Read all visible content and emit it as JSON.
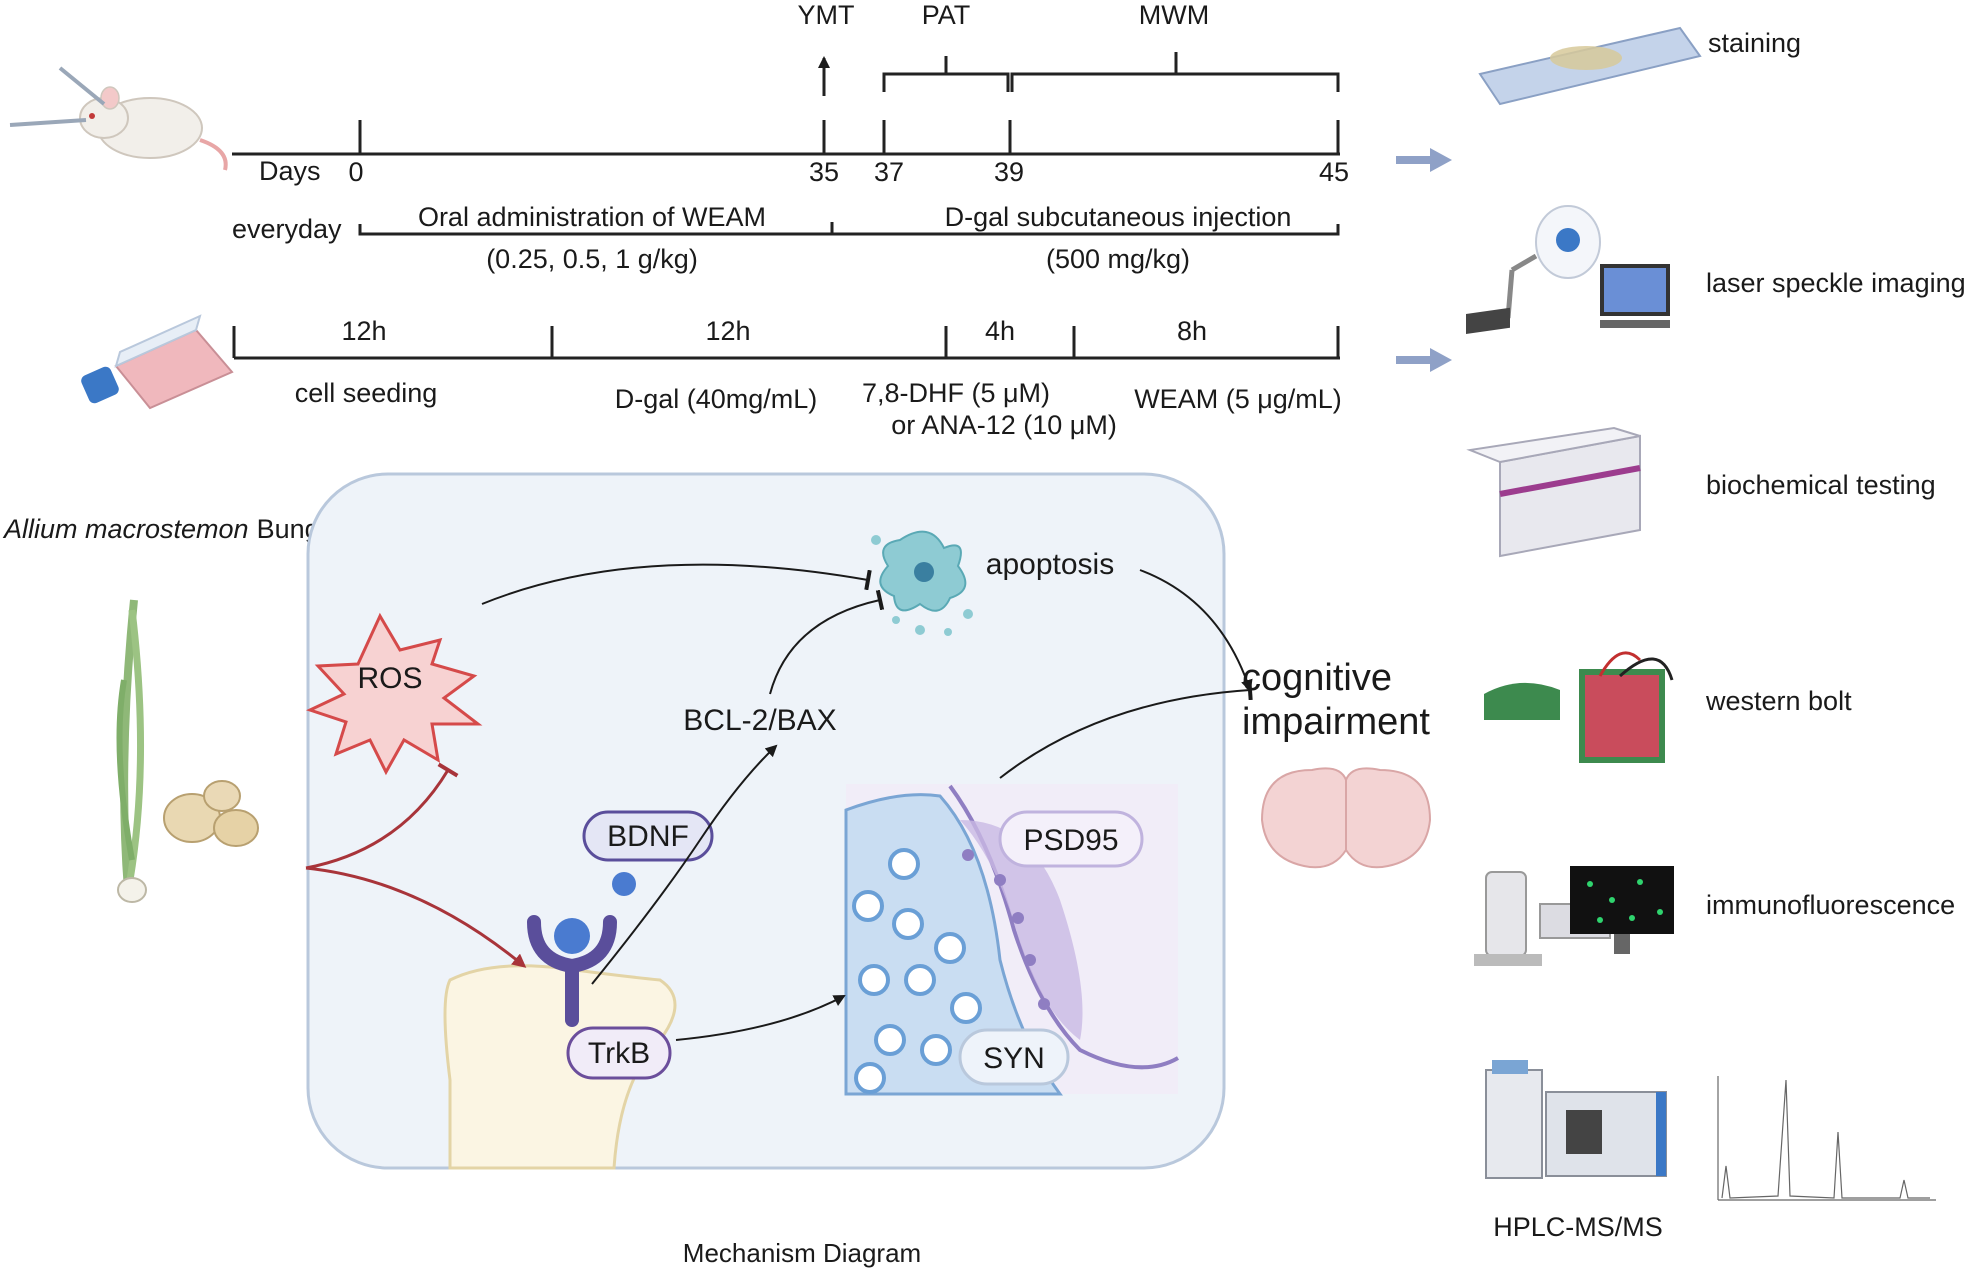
{
  "timeline": {
    "tests": {
      "ymt": "YMT",
      "pat": "PAT",
      "mwm": "MWM"
    },
    "days_label": "Days",
    "day_ticks": [
      "0",
      "35",
      "37",
      "39",
      "45"
    ],
    "everyday_label": "everyday",
    "oral_label": "Oral administration of WEAM",
    "oral_dose": "(0.25, 0.5, 1 g/kg)",
    "dgal_label": "D-gal subcutaneous injection",
    "dgal_dose": "(500 mg/kg)"
  },
  "cell_timeline": {
    "durations": [
      "12h",
      "12h",
      "4h",
      "8h"
    ],
    "seeding": "cell seeding",
    "dgal": "D-gal (40mg/mL)",
    "dhf_line1": "7,8-DHF (5 μM)",
    "dhf_line2": "or ANA-12 (10 μM)",
    "weam": "WEAM (5 μg/mL)"
  },
  "plant": {
    "genus_species": "Allium macrostemon",
    "author": "Bunge"
  },
  "mechanism": {
    "title": "Mechanism Diagram",
    "ros": "ROS",
    "apoptosis": "apoptosis",
    "bcl": "BCL-2/BAX",
    "bdnf": "BDNF",
    "trkb": "TrkB",
    "psd95": "PSD95",
    "syn": "SYN",
    "cognitive_line1": "cognitive",
    "cognitive_line2": "impairment"
  },
  "methods": {
    "items": [
      {
        "label": "staining",
        "icon": "slide-icon"
      },
      {
        "label": "laser speckle imaging",
        "icon": "laser-imager-icon"
      },
      {
        "label": "biochemical testing",
        "icon": "plate-reader-icon"
      },
      {
        "label": "western bolt",
        "icon": "electrophoresis-icon"
      },
      {
        "label": "immunofluorescence",
        "icon": "microscope-icon"
      },
      {
        "label": "HPLC-MS/MS",
        "icon": "hplc-icon"
      }
    ]
  },
  "colors": {
    "panel_bg": "#eef3f9",
    "panel_border": "#b9c8dc",
    "ros_fill": "#f7d2d2",
    "ros_stroke": "#d54a4a",
    "red_arrow": "#a8343a",
    "receptor": "#5a4e9b",
    "membrane": "#8f7ec2",
    "vesicle": "#6a9fd6",
    "side_arrow": "#8fa1c7"
  }
}
